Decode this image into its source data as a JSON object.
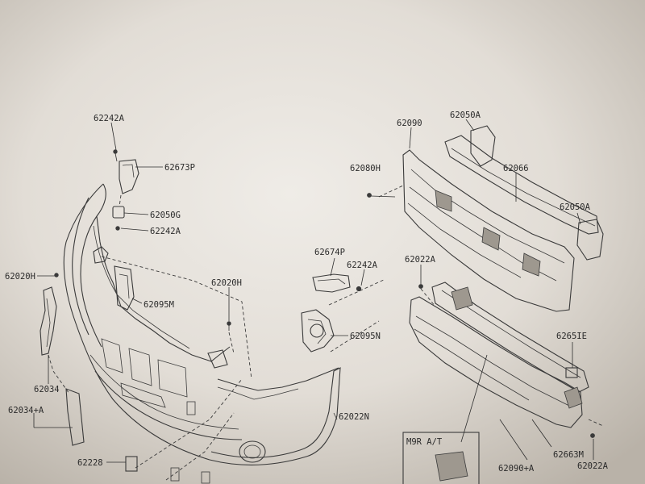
{
  "labels": {
    "p62242A_top": "62242A",
    "p62673P": "62673P",
    "p62050G": "62050G",
    "p62242A_mid": "62242A",
    "p62020H_left": "62020H",
    "p62095M": "62095M",
    "p62020H_center": "62020H",
    "p62034": "62034",
    "p62034A": "62034+A",
    "p62228": "62228",
    "p62022N": "62022N",
    "p62674P": "62674P",
    "p62242A_right": "62242A",
    "p62095N": "62095N",
    "p62090": "62090",
    "p62050A_top": "62050A",
    "p62080H": "62080H",
    "p62066": "62066",
    "p62050A_right": "62050A",
    "p62022A_mid": "62022A",
    "p62651E": "6265IE",
    "p62663M": "62663M",
    "p62090A": "62090+A",
    "p62022A_bottom": "62022A",
    "inset_title": "M9R A/T"
  }
}
